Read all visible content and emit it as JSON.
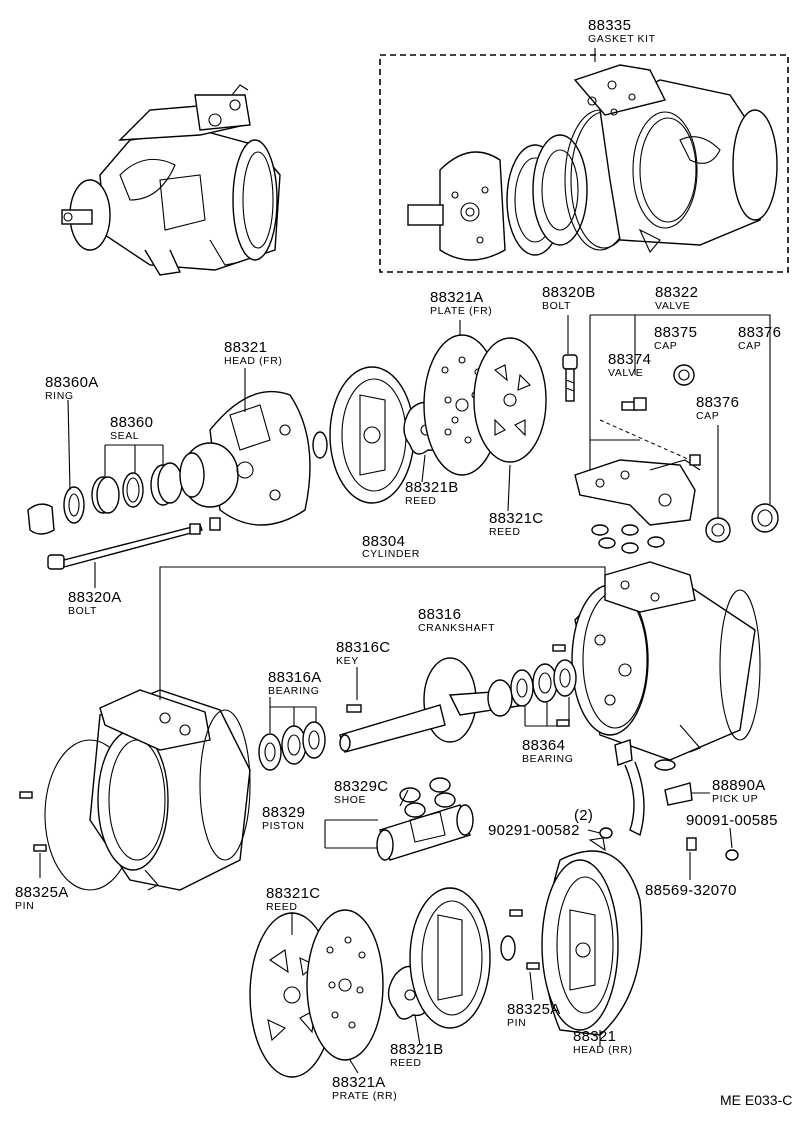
{
  "reference_code": "ME E033-C",
  "labels": [
    {
      "id": "gasket-kit",
      "part_no": "88335",
      "name": "GASKET KIT"
    },
    {
      "id": "ring",
      "part_no": "88360A",
      "name": "RING"
    },
    {
      "id": "seal",
      "part_no": "88360",
      "name": "SEAL"
    },
    {
      "id": "head-fr",
      "part_no": "88321",
      "name": "HEAD (FR)"
    },
    {
      "id": "plate-fr",
      "part_no": "88321A",
      "name": "PLATE (FR)"
    },
    {
      "id": "bolt-top",
      "part_no": "88320B",
      "name": "BOLT"
    },
    {
      "id": "valve-top",
      "part_no": "88322",
      "name": "VALVE"
    },
    {
      "id": "cap-1",
      "part_no": "88375",
      "name": "CAP"
    },
    {
      "id": "cap-2",
      "part_no": "88376",
      "name": "CAP"
    },
    {
      "id": "valve-small",
      "part_no": "88374",
      "name": "VALVE"
    },
    {
      "id": "cap-3",
      "part_no": "88376",
      "name": "CAP"
    },
    {
      "id": "reed-fr",
      "part_no": "88321B",
      "name": "REED"
    },
    {
      "id": "reed-c-fr",
      "part_no": "88321C",
      "name": "REED"
    },
    {
      "id": "bolt-long",
      "part_no": "88320A",
      "name": "BOLT"
    },
    {
      "id": "cylinder",
      "part_no": "88304",
      "name": "CYLINDER"
    },
    {
      "id": "crankshaft",
      "part_no": "88316",
      "name": "CRANKSHAFT"
    },
    {
      "id": "key",
      "part_no": "88316C",
      "name": "KEY"
    },
    {
      "id": "bearing-a",
      "part_no": "88316A",
      "name": "BEARING"
    },
    {
      "id": "bearing-364",
      "part_no": "88364",
      "name": "BEARING"
    },
    {
      "id": "pickup",
      "part_no": "88890A",
      "name": "PICK UP"
    },
    {
      "id": "shoe",
      "part_no": "88329C",
      "name": "SHOE"
    },
    {
      "id": "piston",
      "part_no": "88329",
      "name": "PISTON"
    },
    {
      "id": "screw-582",
      "part_no": "90291-00582",
      "name": "(2)"
    },
    {
      "id": "screw-585",
      "part_no": "90091-00585",
      "name": ""
    },
    {
      "id": "pin-left",
      "part_no": "88325A",
      "name": "PIN"
    },
    {
      "id": "clip",
      "part_no": "88569-32070",
      "name": ""
    },
    {
      "id": "reed-c-rr",
      "part_no": "88321C",
      "name": "REED"
    },
    {
      "id": "pin-right",
      "part_no": "88325A",
      "name": "PIN"
    },
    {
      "id": "head-rr",
      "part_no": "88321",
      "name": "HEAD (RR)"
    },
    {
      "id": "reed-rr",
      "part_no": "88321B",
      "name": "REED"
    },
    {
      "id": "plate-rr",
      "part_no": "88321A",
      "name": "PRATE (RR)"
    }
  ]
}
